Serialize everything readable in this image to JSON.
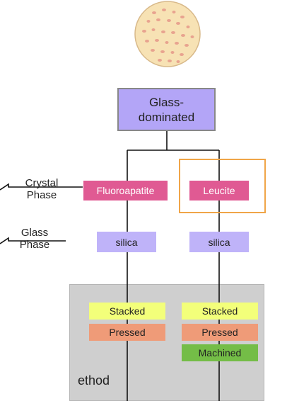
{
  "microstructure": {
    "icon": "glass-ceramic-microstructure"
  },
  "root": {
    "line1": "Glass-",
    "line2": "dominated"
  },
  "phase_labels": {
    "crystal": "Crystal\nPhase",
    "glass": "Glass\nPhase"
  },
  "columns": [
    {
      "crystal": "Fluoroapatite",
      "glass": "silica",
      "methods": [
        "Stacked",
        "Pressed"
      ]
    },
    {
      "crystal": "Leucite",
      "glass": "silica",
      "methods": [
        "Stacked",
        "Pressed",
        "Machined"
      ],
      "highlighted": true
    }
  ],
  "method_panel": {
    "label": "ethod"
  },
  "colors": {
    "root": "#b3a5f7",
    "crystal": "#e05a93",
    "glass": "#bfb3f9",
    "stacked": "#f3ff7a",
    "pressed": "#ef9b78",
    "machined": "#74bd47",
    "highlight": "#f0a548",
    "panel": "#cfcfcf"
  }
}
